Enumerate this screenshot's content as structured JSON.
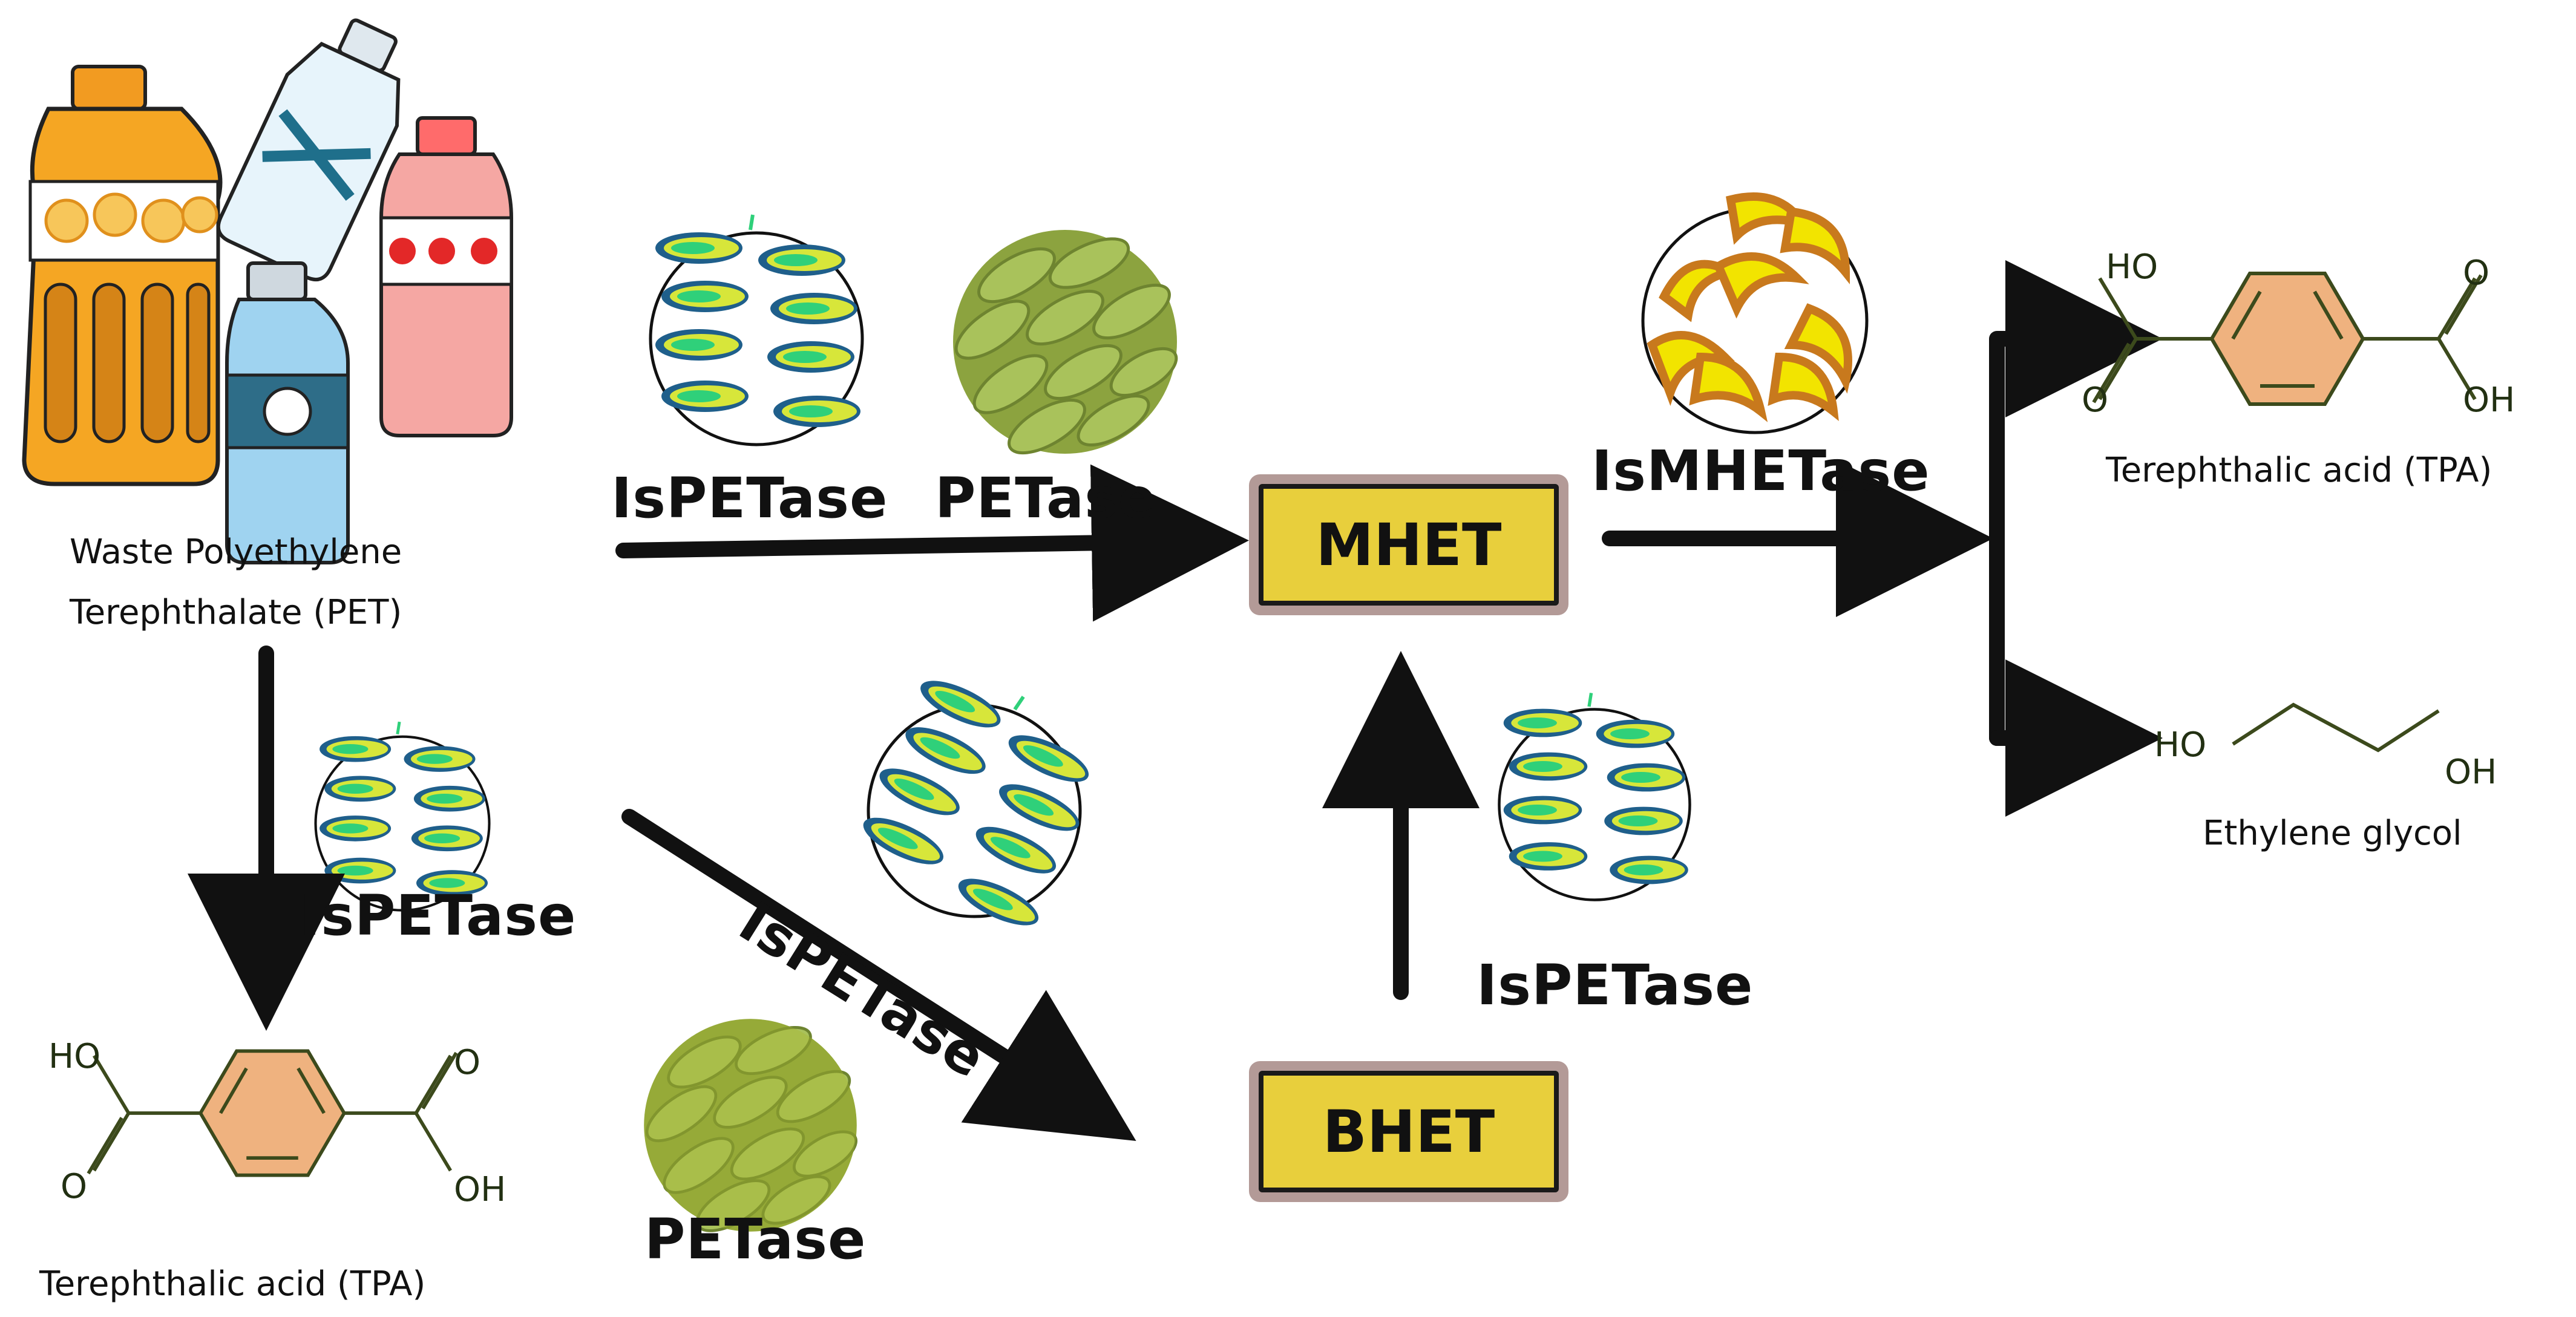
{
  "labels": {
    "pet_line1": "Waste Polyethylene",
    "pet_line2": "Terephthalate (PET)",
    "tpa_top": "Terephthalic acid (TPA)",
    "tpa_bottom": "Terephthalic acid (TPA)",
    "ethylene_glycol": "Ethylene glycol",
    "ispetase_top": "IsPETase",
    "petase_top": "PETase",
    "ismhetase": "IsMHETase",
    "ispetase_left": "IsPETase",
    "ispetase_diag": "IsPETase",
    "petase_bottom": "PETase",
    "ispetase_right": "IsPETase"
  },
  "boxes": {
    "mhet": "MHET",
    "bhet": "BHET"
  },
  "chem": {
    "ho": "HO",
    "oh": "OH",
    "o": "O"
  },
  "colors": {
    "enzyme_band": "#1f5f8b",
    "enzyme_fill": "#d7e63a",
    "enzyme_core": "#2fd07a",
    "petase_green": "#9bb64a",
    "petase_olive": "#a9b82a",
    "mhetase_fill": "#f2e400",
    "mhetase_edge": "#c8791d",
    "box_fill": "#e8cf3c",
    "box_shadow": "#b39a97",
    "benzene_fill": "#efb27f",
    "bond_line": "#3c4a1c"
  }
}
